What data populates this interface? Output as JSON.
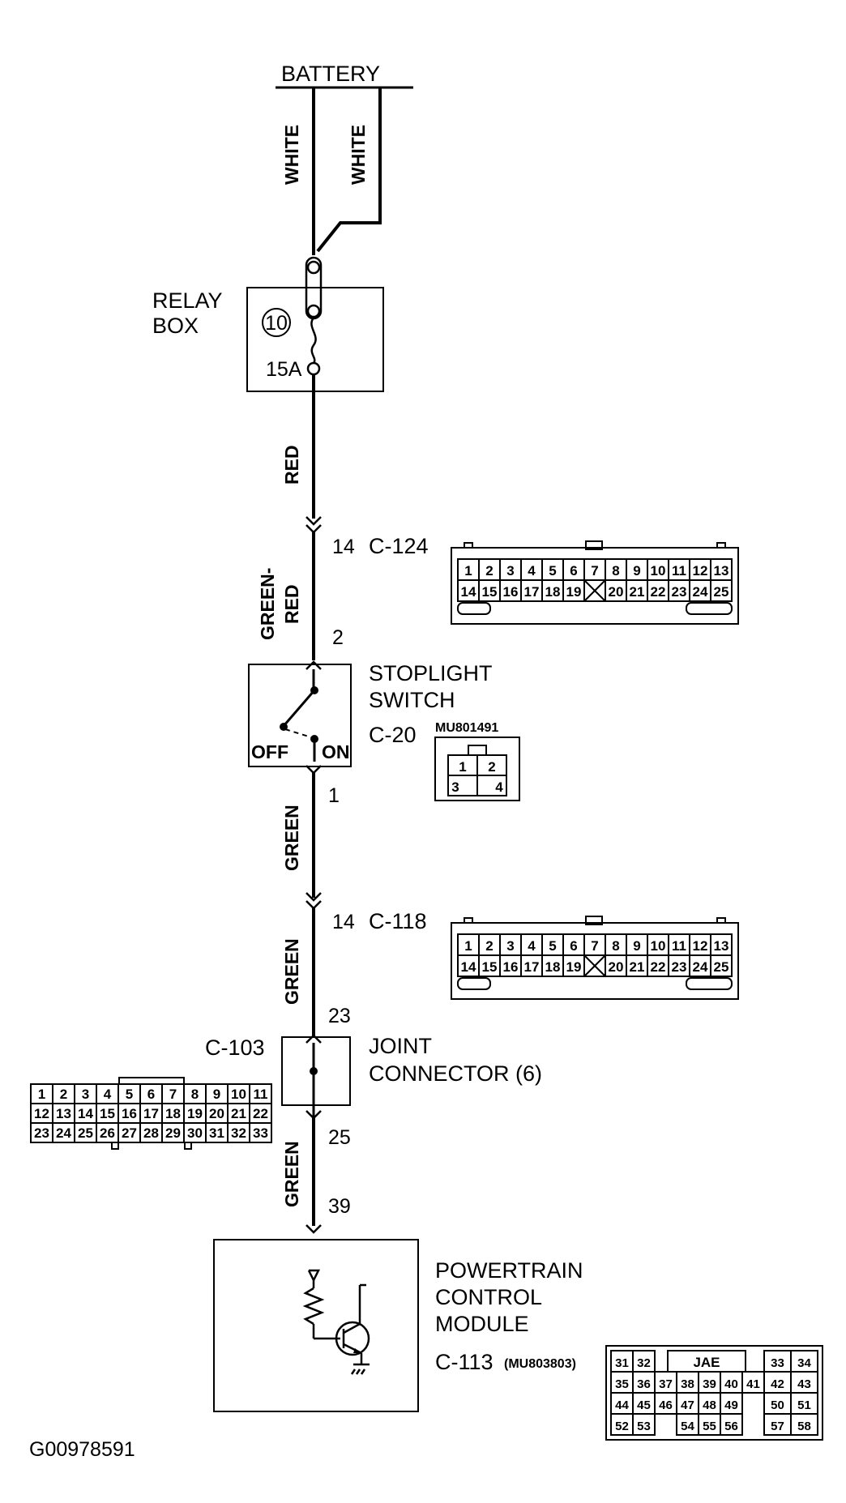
{
  "battery_label": "BATTERY",
  "wires": {
    "white_1": "WHITE",
    "white_2": "WHITE",
    "red": "RED",
    "green_red_1": "GREEN-",
    "green_red_2": "RED",
    "green_1": "GREEN",
    "green_2": "GREEN",
    "green_3": "GREEN"
  },
  "relay_box": {
    "label_1": "RELAY",
    "label_2": "BOX",
    "fuse_number": "10",
    "fuse_rating": "15A"
  },
  "connector_c124": {
    "label": "C-124",
    "pin_in": "14",
    "pin_out": "2",
    "row1": [
      "1",
      "2",
      "3",
      "4",
      "5",
      "6",
      "7",
      "8",
      "9",
      "10",
      "11",
      "12",
      "13"
    ],
    "row2": [
      "14",
      "15",
      "16",
      "17",
      "18",
      "19",
      "",
      "20",
      "21",
      "22",
      "23",
      "24",
      "25"
    ]
  },
  "stoplight_switch": {
    "label_1": "STOPLIGHT",
    "label_2": "SWITCH",
    "connector": "C-20",
    "part_number": "MU801491",
    "off_label": "OFF",
    "on_label": "ON",
    "pins": [
      "1",
      "2",
      "3",
      "4"
    ],
    "pin_out": "1"
  },
  "connector_c118": {
    "label": "C-118",
    "pin_in": "14",
    "pin_out": "23",
    "row1": [
      "1",
      "2",
      "3",
      "4",
      "5",
      "6",
      "7",
      "8",
      "9",
      "10",
      "11",
      "12",
      "13"
    ],
    "row2": [
      "14",
      "15",
      "16",
      "17",
      "18",
      "19",
      "",
      "20",
      "21",
      "22",
      "23",
      "24",
      "25"
    ]
  },
  "joint_connector": {
    "connector": "C-103",
    "label_1": "JOINT",
    "label_2": "CONNECTOR (6)",
    "pin_out": "25",
    "row1": [
      "1",
      "2",
      "3",
      "4",
      "5",
      "6",
      "7",
      "8",
      "9",
      "10",
      "11"
    ],
    "row2": [
      "12",
      "13",
      "14",
      "15",
      "16",
      "17",
      "18",
      "19",
      "20",
      "21",
      "22"
    ],
    "row3": [
      "23",
      "24",
      "25",
      "26",
      "27",
      "28",
      "29",
      "30",
      "31",
      "32",
      "33"
    ]
  },
  "pcm": {
    "label_1": "POWERTRAIN",
    "label_2": "CONTROL",
    "label_3": "MODULE",
    "connector": "C-113",
    "part_number": "(MU803803)",
    "pin_in": "39",
    "header": "JAE",
    "row1": [
      "31",
      "32",
      "",
      "",
      "",
      "",
      "",
      "33",
      "34"
    ],
    "row2": [
      "35",
      "36",
      "37",
      "38",
      "39",
      "40",
      "41",
      "42",
      "43"
    ],
    "row3": [
      "44",
      "45",
      "46",
      "47",
      "48",
      "49",
      "",
      "50",
      "51"
    ],
    "row4": [
      "52",
      "53",
      "",
      "54",
      "55",
      "56",
      "",
      "57",
      "58"
    ]
  },
  "figure_id": "G00978591"
}
